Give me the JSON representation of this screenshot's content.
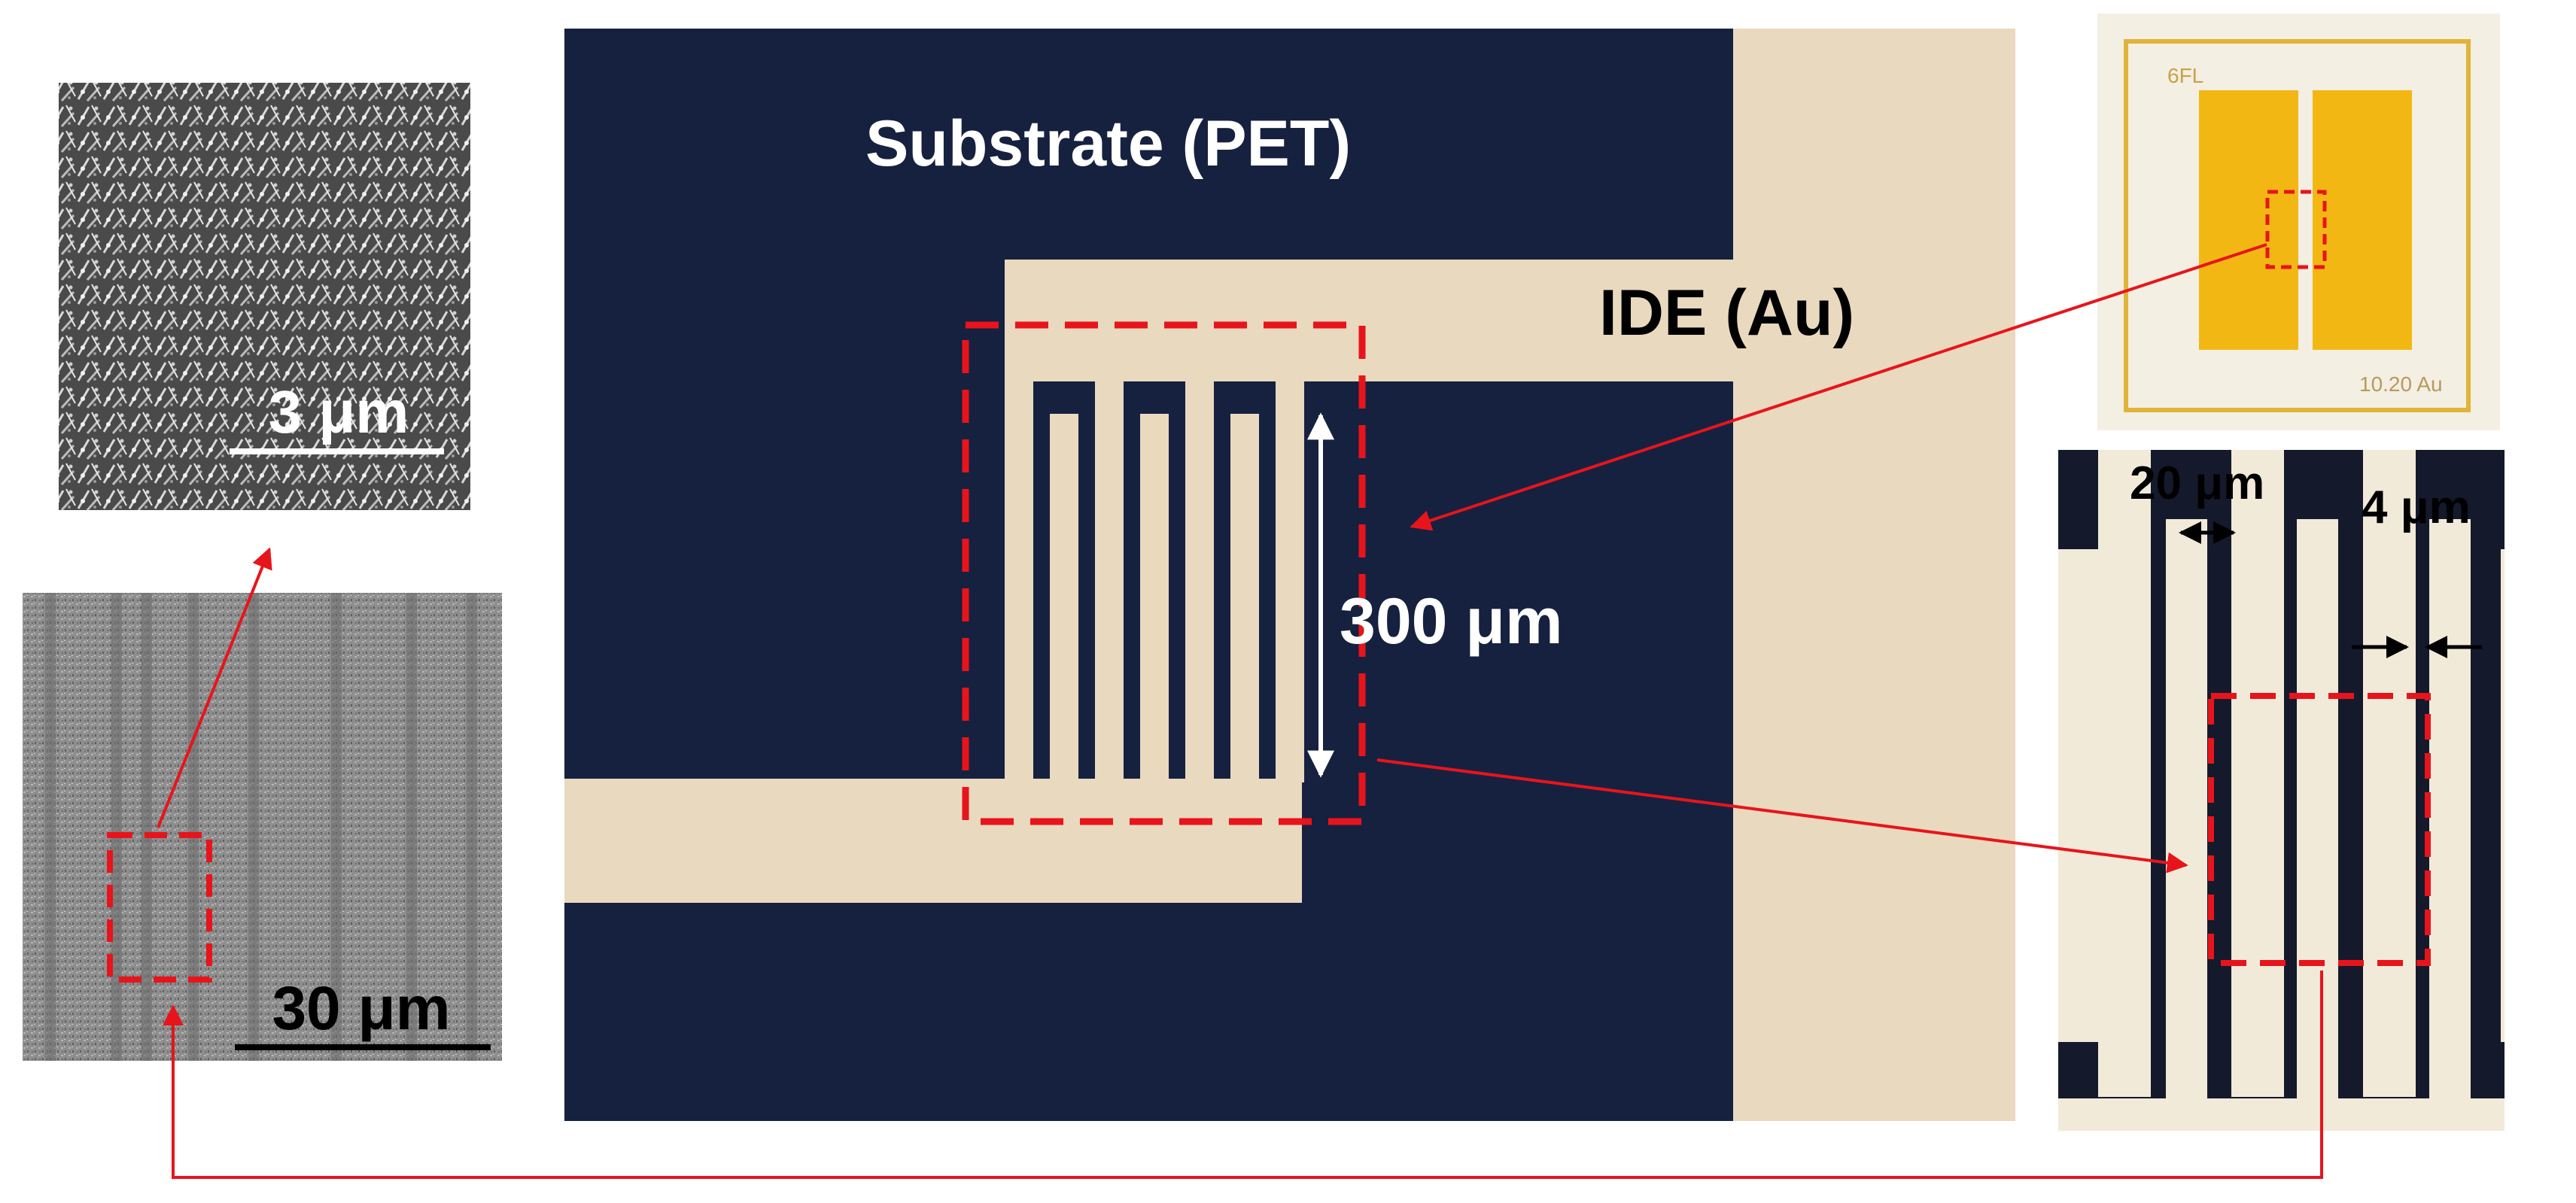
{
  "figure": {
    "main_panel": {
      "substrate_label": "Substrate (PET)",
      "electrode_label": "IDE (Au)",
      "height_label": "300 μm"
    },
    "sem_high_mag": {
      "scale_label": "3 μm"
    },
    "sem_low_mag": {
      "scale_label": "30 μm"
    },
    "zoom_panel": {
      "width_label": "20 μm",
      "gap_label": "4 μm"
    },
    "device_photo": {
      "logo_text": "6FL",
      "corner_text": "10.20 Au"
    }
  },
  "colors": {
    "substrate": "#16213f",
    "gold_film": "#e9d9bf",
    "annotation": "#e8141c",
    "label_light": "#ffffff",
    "label_dark": "#000000",
    "pad_gold": "#f2b713"
  }
}
